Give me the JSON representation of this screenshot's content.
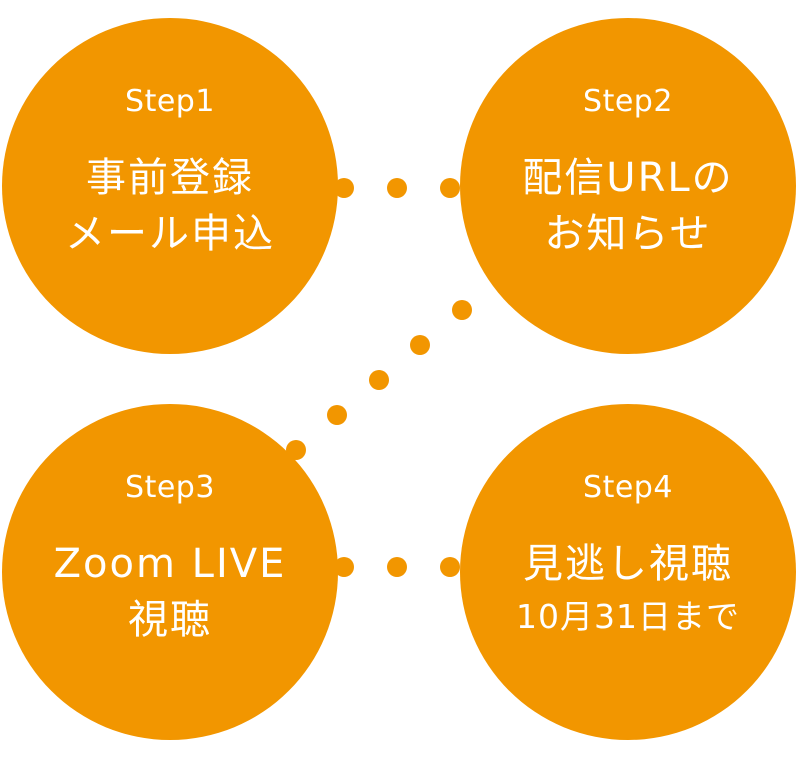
{
  "colors": {
    "circle_fill": "#f29600",
    "text": "#ffffff",
    "connector": "#f29600"
  },
  "steps": [
    {
      "label": "Step1",
      "lines": [
        "事前登録",
        "メール申込"
      ]
    },
    {
      "label": "Step2",
      "lines": [
        "配信URLの",
        "お知らせ"
      ]
    },
    {
      "label": "Step3",
      "lines": [
        "Zoom LIVE",
        "視聴"
      ]
    },
    {
      "label": "Step4",
      "lines": [
        "見逃し視聴",
        "10月31日まで"
      ]
    }
  ]
}
